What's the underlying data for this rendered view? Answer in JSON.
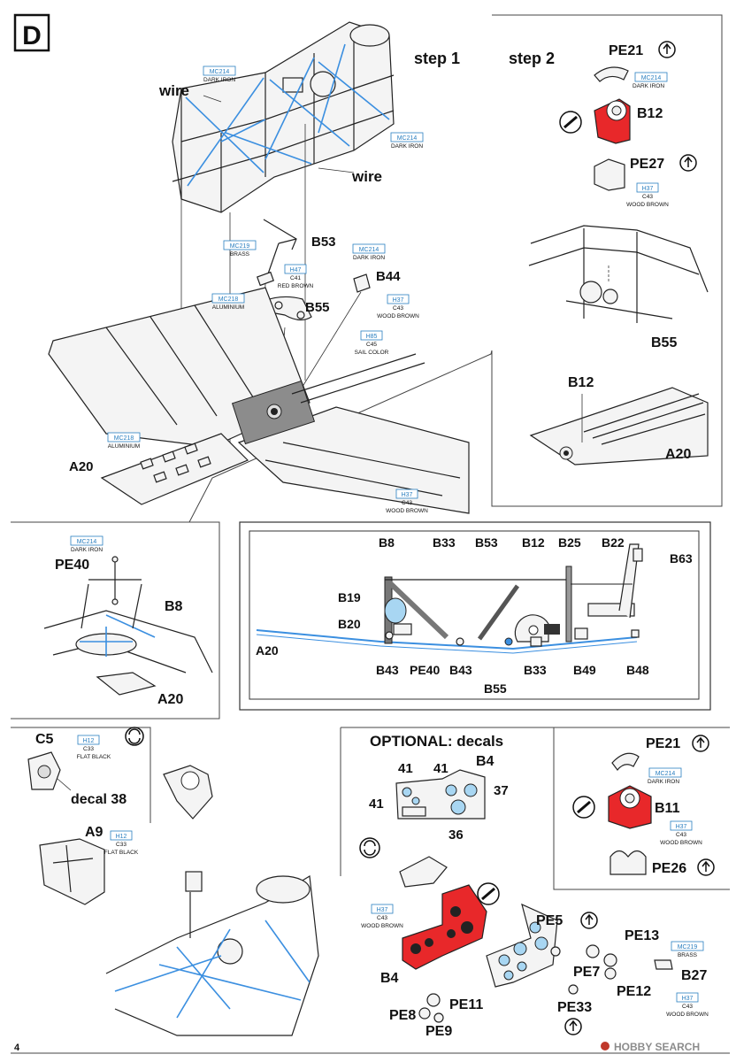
{
  "section": {
    "letter": "D",
    "page_number": "4"
  },
  "labels": {
    "step1": "step 1",
    "step2": "step 2",
    "wire": "wire",
    "optional": "OPTIONAL: decals",
    "decal38": "decal 38"
  },
  "part_labels": {
    "B53": "B53",
    "B44": "B44",
    "B55": "B55",
    "A20": "A20",
    "PE21": "PE21",
    "B12": "B12",
    "PE27": "PE27",
    "PE40": "PE40",
    "B8": "B8",
    "B33": "B33",
    "B25": "B25",
    "B22": "B22",
    "B63": "B63",
    "B19": "B19",
    "B20": "B20",
    "B43": "B43",
    "B49": "B49",
    "B48": "B48",
    "C5": "C5",
    "A9": "A9",
    "B4": "B4",
    "B11": "B11",
    "PE26": "PE26",
    "PE5": "PE5",
    "PE13": "PE13",
    "PE7": "PE7",
    "PE12": "PE12",
    "B27": "B27",
    "PE8": "PE8",
    "PE9": "PE9",
    "PE11": "PE11",
    "PE33": "PE33"
  },
  "decal_numbers": {
    "d41a": "41",
    "d41b": "41",
    "d41c": "41",
    "d37": "37",
    "d36": "36"
  },
  "paints": {
    "mc214": {
      "code": "MC214",
      "name": "DARK IRON"
    },
    "mc219": {
      "code": "MC219",
      "name": "BRASS"
    },
    "mc218": {
      "code": "MC218",
      "name": "ALUMINIUM"
    },
    "h47": {
      "code": "H47",
      "code2": "C41",
      "name": "RED BROWN"
    },
    "h37": {
      "code": "H37",
      "code2": "C43",
      "name": "WOOD BROWN"
    },
    "h85": {
      "code": "H85",
      "code2": "C45",
      "name": "SAIL COLOR"
    },
    "h12": {
      "code": "H12",
      "code2": "C33",
      "name": "FLAT BLACK"
    }
  },
  "watermark": {
    "text": "HOBBY SEARCH"
  },
  "colors": {
    "wire_blue": "#3b8fe0",
    "part_red": "#e8282a",
    "code_blue": "#2a7fc0",
    "decal_blue": "#a8d6f2"
  }
}
